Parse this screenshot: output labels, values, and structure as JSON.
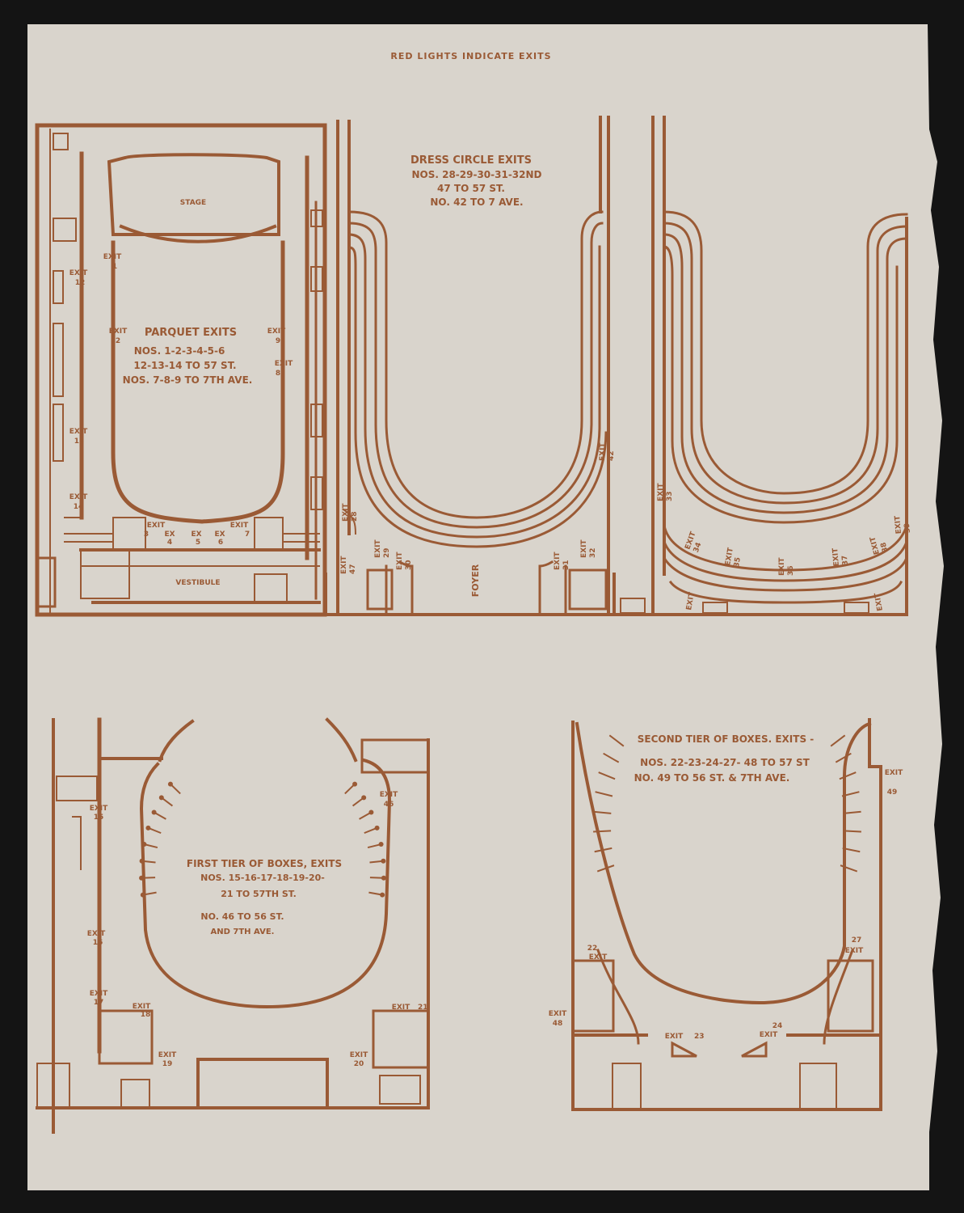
{
  "header": {
    "title": "RED LIGHTS INDICATE EXITS"
  },
  "colors": {
    "paper": "#d9d4cc",
    "ink": "#9a5a35",
    "background": "#141414"
  },
  "parquet": {
    "stage": "STAGE",
    "vestibule": "VESTIBULE",
    "title": "PARQUET EXITS",
    "line1": "NOS. 1-2-3-4-5-6",
    "line2": "12-13-14 TO 57 ST.",
    "line3": "NOS. 7-8-9 TO 7TH AVE.",
    "exit_word": "EXIT",
    "ex_word": "EX",
    "exits": [
      "1",
      "2",
      "3",
      "4",
      "5",
      "6",
      "7",
      "8",
      "9",
      "12",
      "13",
      "14"
    ]
  },
  "dress_circle": {
    "title": "DRESS CIRCLE EXITS",
    "line1": "NOS. 28-29-30-31-32ND",
    "line2": "47 TO 57 ST.",
    "line3": "NO. 42 TO 7 AVE.",
    "foyer": "FOYER",
    "exits": [
      "28",
      "29",
      "30",
      "31",
      "32",
      "42",
      "47"
    ]
  },
  "balcony": {
    "exits": [
      "33",
      "34",
      "35",
      "36",
      "37",
      "38",
      "39"
    ]
  },
  "first_tier": {
    "title": "FIRST TIER OF BOXES, EXITS",
    "line1": "NOS. 15-16-17-18-19-20-",
    "line2": "21 TO 57TH ST.",
    "line3": "NO. 46 TO 56 ST.",
    "line4": "AND 7TH AVE.",
    "exits": [
      "15",
      "16",
      "17",
      "18",
      "19",
      "20",
      "21",
      "46"
    ]
  },
  "second_tier": {
    "title": "SECOND TIER OF BOXES. EXITS -",
    "line1": "NOS. 22-23-24-27- 48 TO 57 ST",
    "line2": "NO. 49 TO 56 ST. & 7TH AVE.",
    "exits": [
      "22",
      "23",
      "24",
      "27",
      "48",
      "49"
    ]
  }
}
